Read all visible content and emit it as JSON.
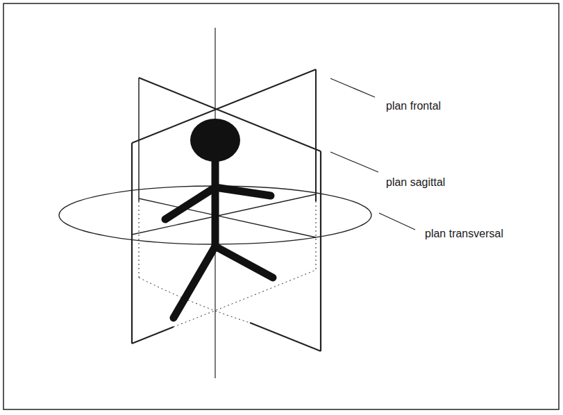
{
  "diagram": {
    "labels": [
      "plan frontal",
      "plan sagittal",
      "plan transversal"
    ]
  }
}
